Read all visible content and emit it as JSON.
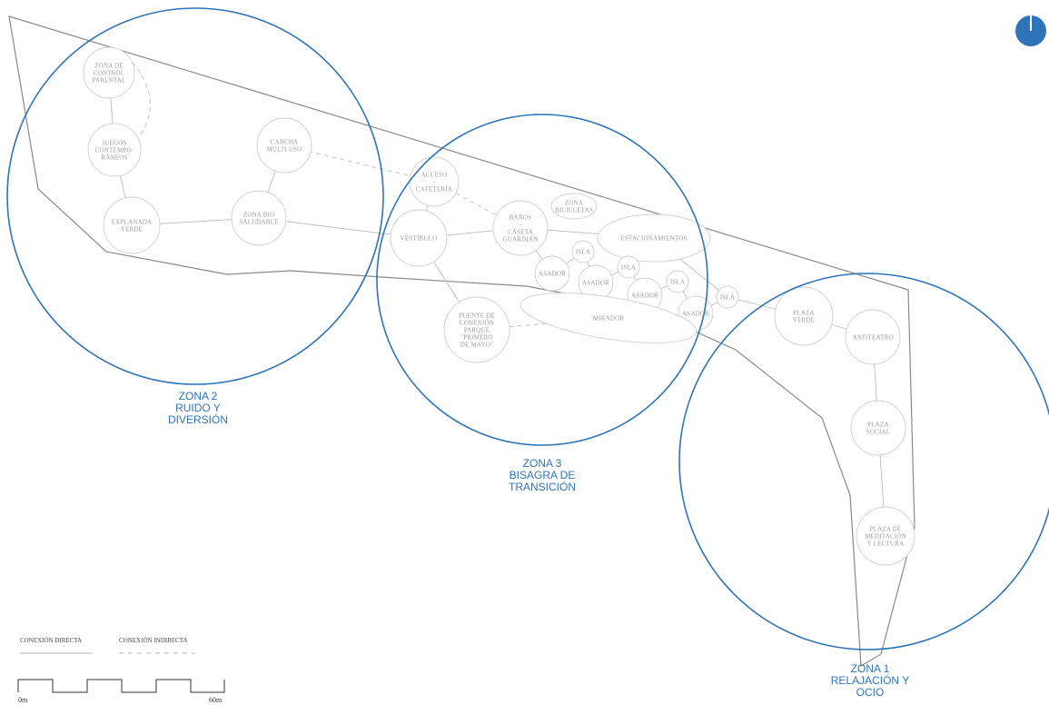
{
  "zones": [
    {
      "id": "zona2",
      "lines": [
        "ZONA 2",
        "RUIDO Y",
        "DIVERSIÓN"
      ]
    },
    {
      "id": "zona3",
      "lines": [
        "ZONA 3",
        "BISAGRA DE",
        "TRANSICIÓN"
      ]
    },
    {
      "id": "zona1",
      "lines": [
        "ZONA 1",
        "RELAJACIÓN Y",
        "OCIO"
      ]
    }
  ],
  "nodes": [
    {
      "id": "control",
      "lines": [
        "ZONA DE",
        "CONTROL",
        "PARENTAL"
      ]
    },
    {
      "id": "juegos",
      "lines": [
        "JUEGOS",
        "CONTEMPO-",
        "RÁNEOS"
      ]
    },
    {
      "id": "explanada",
      "lines": [
        "EXPLANADA",
        "VERDE"
      ]
    },
    {
      "id": "cancha",
      "lines": [
        "CANCHA",
        "MULTI USO"
      ]
    },
    {
      "id": "bio",
      "lines": [
        "ZONA BIO",
        "SALUDABLE"
      ]
    },
    {
      "id": "acceso",
      "lines": [
        "ACCESO",
        "-",
        "CAFETERÍA"
      ]
    },
    {
      "id": "vestibulo",
      "lines": [
        "VESTÍBULO"
      ]
    },
    {
      "id": "banos",
      "lines": [
        "BAÑOS",
        "-",
        "CASETA",
        "GUARDIÁN"
      ]
    },
    {
      "id": "bicicletas",
      "lines": [
        "ZONA",
        "BICICLETAS"
      ]
    },
    {
      "id": "estacionamientos",
      "lines": [
        "ESTACIONAMIENTOS"
      ]
    },
    {
      "id": "isla1",
      "lines": [
        "ISLA"
      ]
    },
    {
      "id": "asador1",
      "lines": [
        "ASADOR"
      ]
    },
    {
      "id": "asador2",
      "lines": [
        "ASADOR"
      ]
    },
    {
      "id": "isla2",
      "lines": [
        "ISLA"
      ]
    },
    {
      "id": "asador3",
      "lines": [
        "ASADOR"
      ]
    },
    {
      "id": "isla3",
      "lines": [
        "ISLA"
      ]
    },
    {
      "id": "asador4",
      "lines": [
        "ASADOR"
      ]
    },
    {
      "id": "isla4",
      "lines": [
        "ISLA"
      ]
    },
    {
      "id": "puente",
      "lines": [
        "PUENTE DE",
        "CONEXIÓN",
        "PARQUE",
        "\"PRIMERO",
        "DE MAYO\""
      ]
    },
    {
      "id": "mirador",
      "lines": [
        "MIRADOR"
      ]
    },
    {
      "id": "plazaverde",
      "lines": [
        "PLAZA",
        "VERDE"
      ]
    },
    {
      "id": "anfiteatro",
      "lines": [
        "ANFITEATRO"
      ]
    },
    {
      "id": "plazasocial",
      "lines": [
        "PLAZA",
        "SOCIAL"
      ]
    },
    {
      "id": "meditacion",
      "lines": [
        "PLAZA DE",
        "MEDITACIÓN",
        "Y LECTURA"
      ]
    }
  ],
  "links": [
    {
      "from": "control",
      "to": "juegos",
      "type": "direct"
    },
    {
      "from": "control",
      "to": "juegos",
      "type": "indirect"
    },
    {
      "from": "juegos",
      "to": "explanada",
      "type": "direct"
    },
    {
      "from": "explanada",
      "to": "bio",
      "type": "direct"
    },
    {
      "from": "cancha",
      "to": "bio",
      "type": "direct"
    },
    {
      "from": "cancha",
      "to": "acceso",
      "type": "indirect"
    },
    {
      "from": "bio",
      "to": "vestibulo",
      "type": "direct"
    },
    {
      "from": "acceso",
      "to": "vestibulo",
      "type": "direct"
    },
    {
      "from": "acceso",
      "to": "banos",
      "type": "indirect"
    },
    {
      "from": "vestibulo",
      "to": "banos",
      "type": "direct"
    },
    {
      "from": "vestibulo",
      "to": "puente",
      "type": "direct"
    },
    {
      "from": "banos",
      "to": "estacionamientos",
      "type": "direct"
    },
    {
      "from": "banos",
      "to": "asador1",
      "type": "direct"
    },
    {
      "from": "asador1",
      "to": "isla1",
      "type": "direct"
    },
    {
      "from": "isla1",
      "to": "asador2",
      "type": "direct"
    },
    {
      "from": "asador2",
      "to": "isla2",
      "type": "direct"
    },
    {
      "from": "isla2",
      "to": "asador3",
      "type": "direct"
    },
    {
      "from": "asador3",
      "to": "isla3",
      "type": "direct"
    },
    {
      "from": "isla3",
      "to": "asador4",
      "type": "direct"
    },
    {
      "from": "estacionamientos",
      "to": "isla4",
      "type": "direct"
    },
    {
      "from": "asador4",
      "to": "isla4",
      "type": "direct"
    },
    {
      "from": "isla4",
      "to": "plazaverde",
      "type": "direct"
    },
    {
      "from": "plazaverde",
      "to": "anfiteatro",
      "type": "direct"
    },
    {
      "from": "anfiteatro",
      "to": "plazasocial",
      "type": "direct"
    },
    {
      "from": "plazasocial",
      "to": "meditacion",
      "type": "direct"
    },
    {
      "from": "puente",
      "to": "mirador",
      "type": "indirect"
    }
  ],
  "legend": {
    "direct": "CONEXIÓN DIRECTA",
    "indirect": "CONEXIÓN INDIRECTA"
  },
  "scale": {
    "start": "0m",
    "end": "60m"
  },
  "colors": {
    "zone": "#2f74b8",
    "site_outline": "#8a8a8a",
    "node": "#cfcfcf",
    "node_text": "#9a9a9a",
    "link": "#bdbdbd"
  },
  "icons": {
    "corner": "pie-timer-icon"
  }
}
